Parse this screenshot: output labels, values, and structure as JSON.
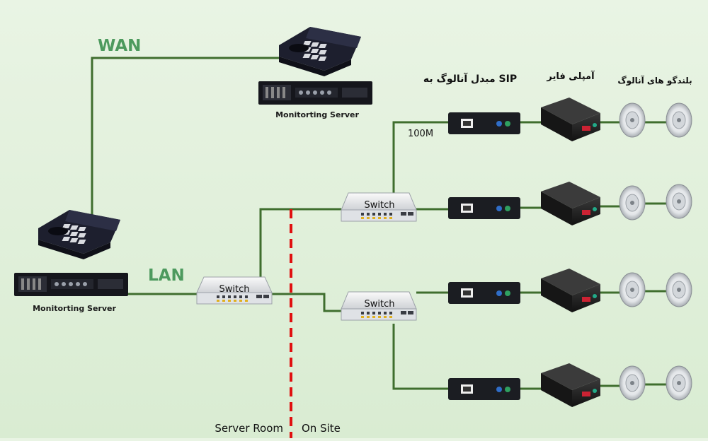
{
  "labels": {
    "wan": "WAN",
    "lan": "LAN",
    "monitoring_server_top": "Monitorting Server",
    "monitoring_server_left": "Monitorting Server",
    "switch_main": "Switch",
    "switch_upper": "Switch",
    "switch_lower": "Switch",
    "sip_converter": "مبدل آنالوگ به SIP",
    "amplifier": "آمپلی فایر",
    "speakers": "بلندگو های آنالوگ",
    "bandwidth": "100M",
    "server_room": "Server Room",
    "on_site": "On Site"
  },
  "colors": {
    "cable": "#3f6e2e",
    "label_green": "#4d9a5e",
    "divider": "#e01010",
    "device_dark": "#1d1f2e"
  }
}
